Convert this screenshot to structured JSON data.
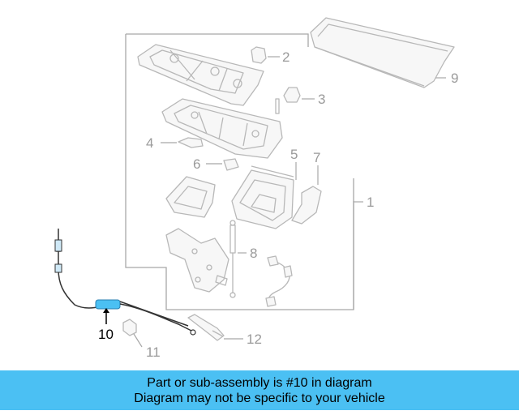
{
  "callouts": [
    {
      "id": "1",
      "label": "1",
      "active": false
    },
    {
      "id": "2",
      "label": "2",
      "active": false
    },
    {
      "id": "3",
      "label": "3",
      "active": false
    },
    {
      "id": "4",
      "label": "4",
      "active": false
    },
    {
      "id": "5",
      "label": "5",
      "active": false
    },
    {
      "id": "6",
      "label": "6",
      "active": false
    },
    {
      "id": "7",
      "label": "7",
      "active": false
    },
    {
      "id": "8",
      "label": "8",
      "active": false
    },
    {
      "id": "9",
      "label": "9",
      "active": false
    },
    {
      "id": "10",
      "label": "10",
      "active": true
    },
    {
      "id": "11",
      "label": "11",
      "active": false
    },
    {
      "id": "12",
      "label": "12",
      "active": false
    }
  ],
  "banner": {
    "line1": "Part or sub-assembly is #10 in diagram",
    "line2": "Diagram may not be specific to your vehicle",
    "color": "#4bc0f3"
  },
  "colors": {
    "highlight": "#4bc0f3",
    "parts": "#b8b8b8",
    "active_label": "#000000"
  }
}
